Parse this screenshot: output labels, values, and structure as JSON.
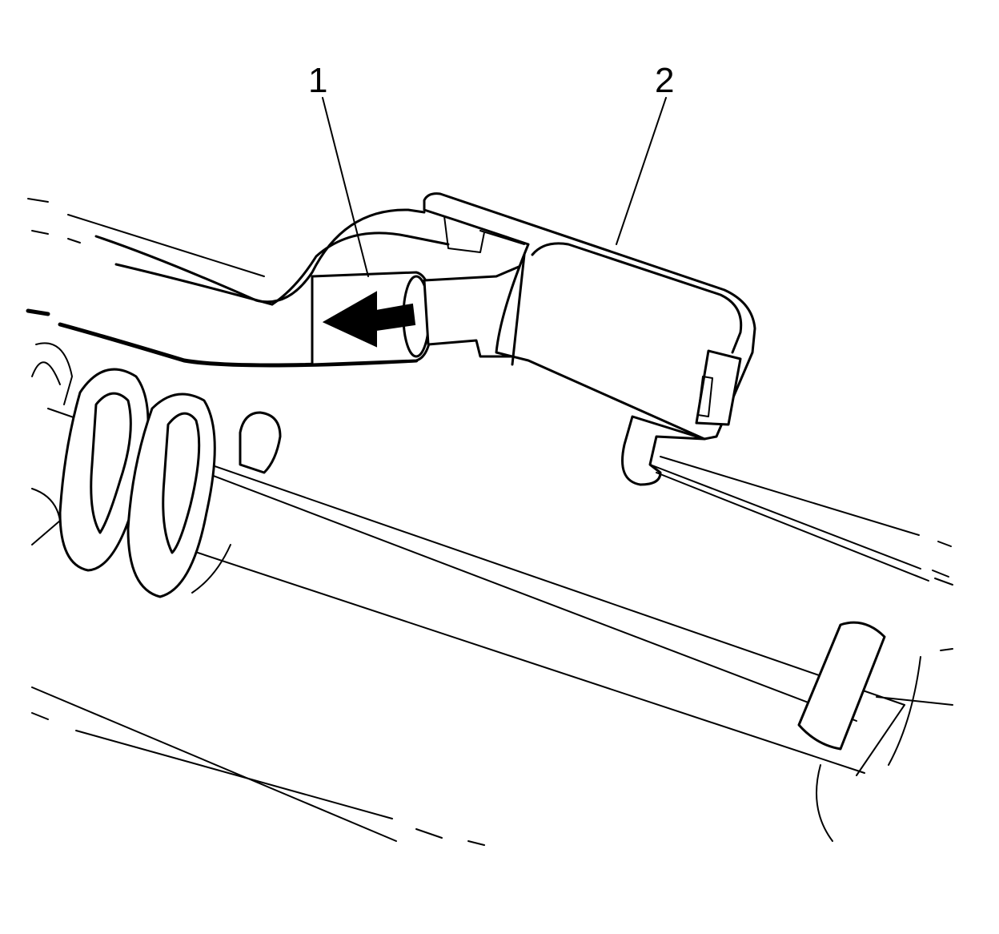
{
  "callouts": [
    {
      "id": "1",
      "text": "1"
    },
    {
      "id": "2",
      "text": "2"
    }
  ],
  "colors": {
    "line": "#000000",
    "background": "#ffffff"
  },
  "direction_arrow": "arrow-left-icon"
}
